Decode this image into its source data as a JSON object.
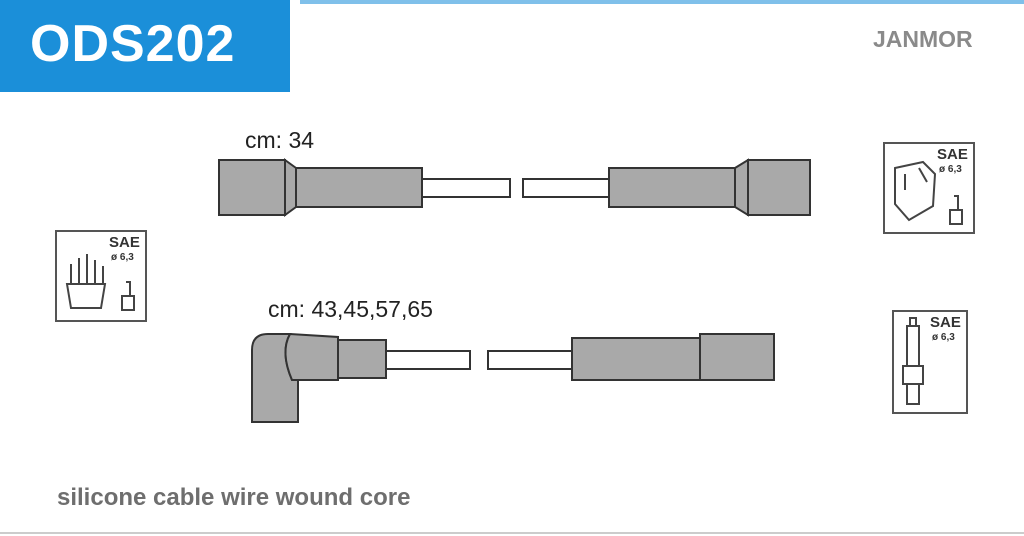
{
  "header": {
    "code": "ODS202",
    "brand": "JANMOR"
  },
  "cables": [
    {
      "length_label": "cm: 34"
    },
    {
      "length_label": "cm: 43,45,57,65"
    }
  ],
  "connectors": {
    "sae": "SAE",
    "diameter": "ø 6,3"
  },
  "footer": {
    "description": "silicone cable wire wound core"
  },
  "colors": {
    "accent": "#1b8fd9",
    "cable": "#a9a9a9"
  }
}
